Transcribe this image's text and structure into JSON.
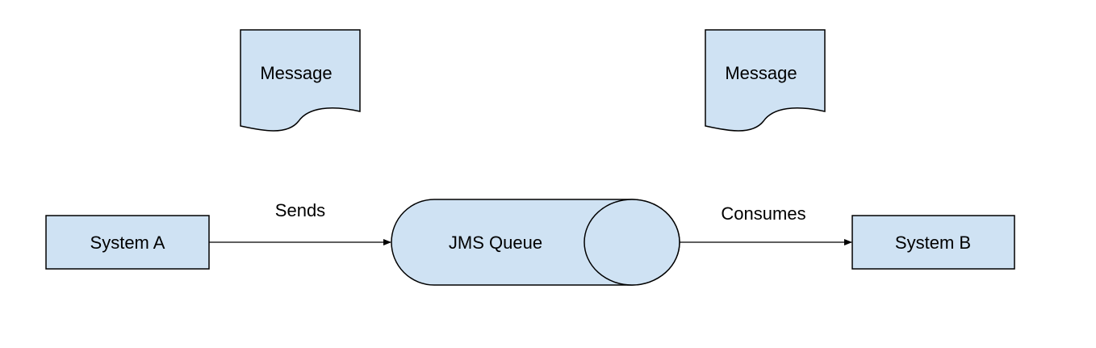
{
  "colors": {
    "node_fill": "#cfe2f3",
    "stroke": "#000000",
    "background": "#ffffff"
  },
  "nodes": {
    "system_a": "System A",
    "system_b": "System B",
    "queue": "JMS Queue",
    "message_left": "Message",
    "message_right": "Message"
  },
  "edges": {
    "sends": "Sends",
    "consumes": "Consumes"
  }
}
